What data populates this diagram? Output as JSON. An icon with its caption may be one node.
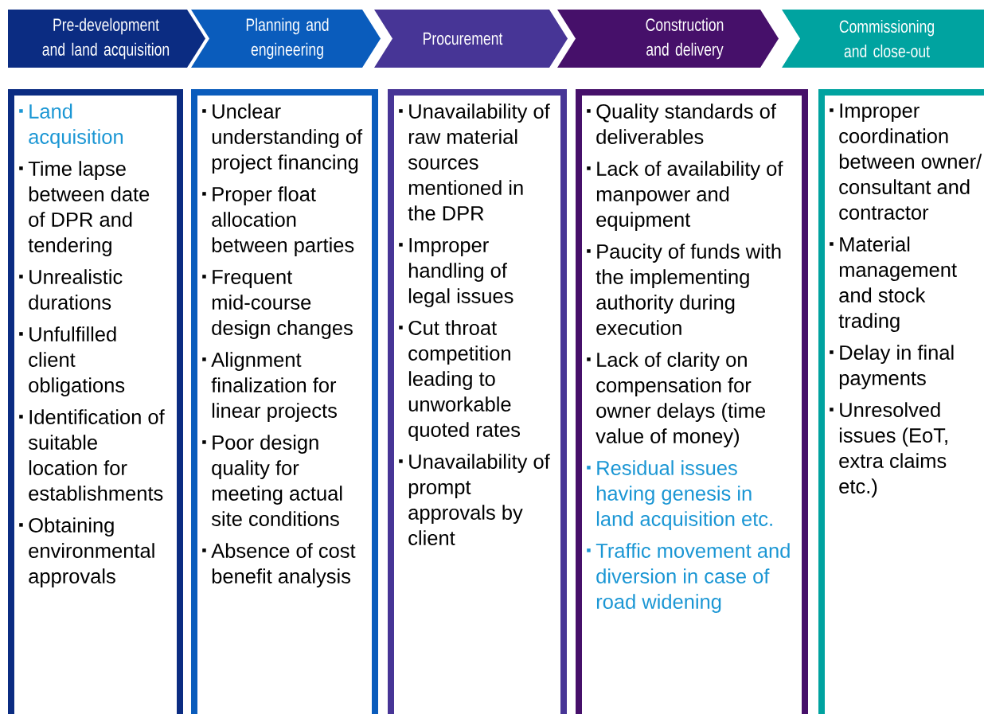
{
  "diagram": {
    "nodes": [
      {
        "text": [
          "Pre-development and land acquisition"
        ]
      },
      {
        "text": [
          "Planning and engineering"
        ]
      },
      {
        "text": [
          "Procurement"
        ]
      },
      {
        "text": [
          "Construction and delivery"
        ]
      },
      {
        "text": [
          "Commissioning and close-out"
        ]
      },
      {
        "text": [
          "Land acquisition",
          "Time lapse between date of DPR and tendering",
          "Unrealistic durations",
          "Unfulfilled client obligations",
          "Identification of suitable location for establishments",
          "Obtaining environmental approvals"
        ]
      },
      {
        "text": [
          "Unclear understanding of project financing",
          "Proper float allocation between parties",
          "Frequent mid-course design changes",
          "Alignment finalization for linear projects",
          "Poor design quality for meeting actual site conditions",
          "Absence of cost benefit analysis"
        ]
      },
      {
        "text": [
          "Unavailability of raw material sources mentioned in the DPR",
          "Improper handling of legal issues",
          "Cut throat competition leading to unworkable quoted rates",
          "Unavailability of prompt approvals by client"
        ]
      },
      {
        "text": [
          "Quality standards of deliverables",
          "Lack of availability of manpower and equipment",
          "Paucity of funds with the implementing authority during execution",
          "Lack of clarity on compensation for owner delays (time value of money)",
          "Residual issues having genesis in land acquisition etc.",
          "Traffic movement and diversion in case of road widening"
        ]
      },
      {
        "text": [
          "Improper coordination between owner/ consultant and contractor",
          "Material management and stock trading",
          "Delay in final payments",
          "Unresolved issues (EoT, extra claims etc.)"
        ]
      }
    ]
  }
}
